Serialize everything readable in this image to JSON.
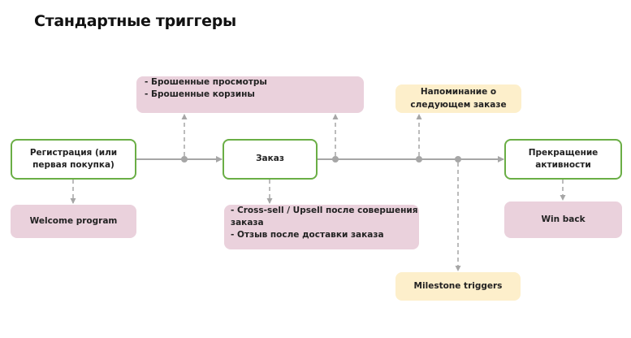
{
  "title": "Стандартные триггеры",
  "colors": {
    "stage_border": "#6aae45",
    "trigger_pink": "#ead1dc",
    "trigger_yellow": "#fdefcb",
    "connector": "#a6a6a6"
  },
  "stages": {
    "registration": {
      "line1": "Регистрация (или",
      "line2": "первая покупка)"
    },
    "order": {
      "label": "Заказ"
    },
    "churn": {
      "line1": "Прекращение",
      "line2": "активности"
    }
  },
  "triggers": {
    "abandoned": {
      "lines": [
        "- Брошенные просмотры",
        "- Брошенные корзины"
      ]
    },
    "reminder": {
      "line1": "Напоминание о",
      "line2": "следующем заказе"
    },
    "welcome": {
      "label": "Welcome program"
    },
    "post_order": {
      "lines": [
        "- Cross-sell / Upsell после совершения",
        "заказа",
        "- Отзыв после доставки заказа"
      ]
    },
    "win_back": {
      "label": "Win back"
    },
    "milestone": {
      "label": "Milestone triggers"
    }
  }
}
